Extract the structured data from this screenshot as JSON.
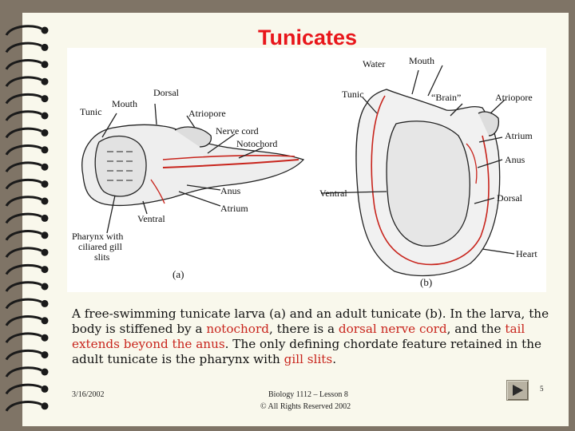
{
  "slide": {
    "title": "Tunicates",
    "figure": {
      "panel_a_label": "(a)",
      "panel_b_label": "(b)",
      "larva_labels": {
        "dorsal": "Dorsal",
        "mouth": "Mouth",
        "tunic": "Tunic",
        "atriopore": "Atriopore",
        "nerve_cord": "Nerve cord",
        "notochord": "Notochord",
        "anus": "Anus",
        "atrium": "Atrium",
        "ventral": "Ventral",
        "pharynx_line1": "Pharynx with",
        "pharynx_line2": "ciliared gill",
        "pharynx_line3": "slits"
      },
      "adult_labels": {
        "water": "Water",
        "mouth": "Mouth",
        "tunic": "Tunic",
        "brain": "“Brain”",
        "atriopore": "Atriopore",
        "atrium": "Atrium",
        "anus": "Anus",
        "ventral": "Ventral",
        "dorsal": "Dorsal",
        "heart": "Heart"
      }
    },
    "caption": {
      "part1": "A free-swimming tunicate larva (a) and an adult tunicate (b). In the larva, the body is stiffened by a ",
      "notochord": "notochord",
      "part2": ", there is a ",
      "dorsal_nerve_cord": "dorsal nerve cord",
      "part3": ", and the ",
      "tail_extends": "tail extends beyond the anus",
      "part4": ". The only defining chordate feature retained in the adult tunicate is the pharynx with ",
      "gill_slits": "gill slits",
      "part5": "."
    },
    "footer": {
      "date": "3/16/2002",
      "course": "Biology 1112 – Lesson 8",
      "copyright": "© All Rights Reserved 2002",
      "page_number": "5"
    },
    "colors": {
      "title": "#e8161b",
      "highlight": "#c8241c",
      "background": "#7f7466",
      "slide": "#f9f8ec"
    },
    "icons": {
      "binder_rings": "spiral-binding-icon",
      "nav_button": "next-slide-icon"
    }
  }
}
